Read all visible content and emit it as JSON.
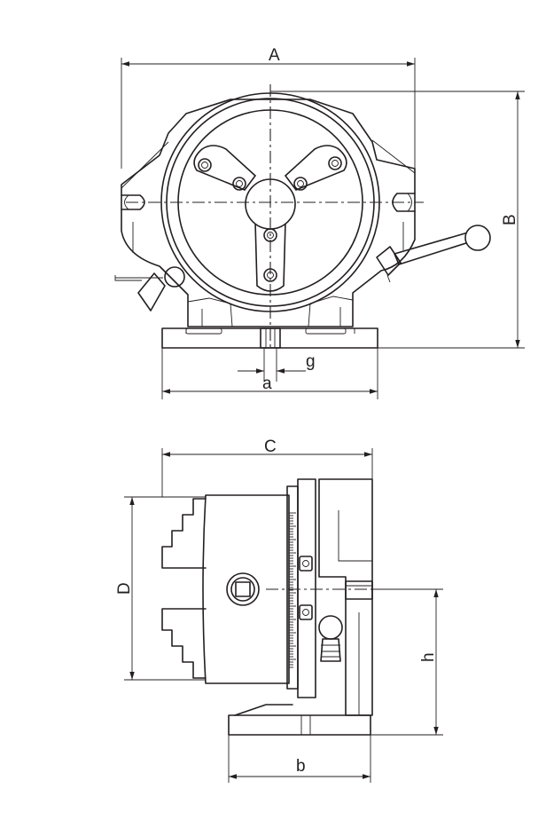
{
  "dimensions": {
    "A": "A",
    "B": "B",
    "g": "g",
    "a": "a",
    "C": "C",
    "D": "D",
    "h": "h",
    "b": "b"
  },
  "colors": {
    "line": "#231f20",
    "background": "#ffffff"
  }
}
